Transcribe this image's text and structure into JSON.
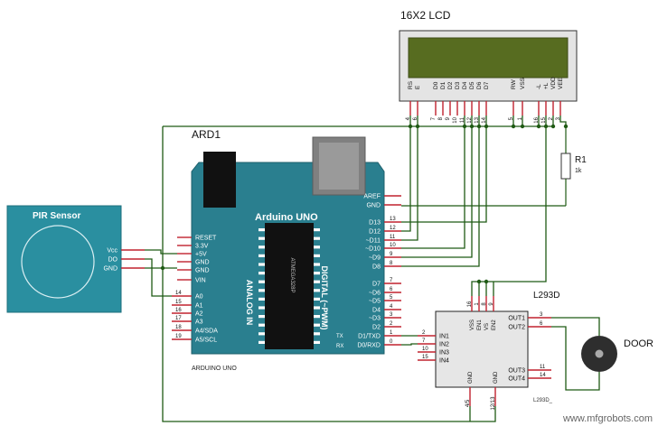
{
  "colors": {
    "wire": "#1f5a14",
    "pin": "#c0222f",
    "board": "#2a7f8f",
    "board_edge": "#1d5f6b",
    "pir": "#2a8fa0",
    "lcd_bezel": "#e4e4e4",
    "lcd_screen": "#576c20",
    "chip": "#e6e6e6",
    "motor": "#2e2e2e"
  },
  "lcd": {
    "title": "16X2 LCD",
    "pin_labels": [
      "RS",
      "E",
      "D0",
      "D1",
      "D2",
      "D3",
      "D4",
      "D5",
      "D6",
      "D7",
      "RW",
      "VSS",
      "-L",
      "+L",
      "VDD",
      "VEE"
    ],
    "pin_numbers": [
      "4",
      "6",
      "7",
      "8",
      "9",
      "10",
      "11",
      "12",
      "13",
      "14",
      "5",
      "1",
      "16",
      "15",
      "2",
      "3"
    ]
  },
  "arduino": {
    "ref": "ARD1",
    "title": "Arduino UNO",
    "footer": "ARDUINO UNO",
    "analog_label": "ANALOG IN",
    "digital_label": "DIGITAL (~PWM)",
    "chip_label": "ATMEGA328P",
    "left_pins": [
      "RESET",
      "3.3V",
      "+5V",
      "GND",
      "GND",
      "VIN"
    ],
    "analog_pins": [
      "A0",
      "A1",
      "A2",
      "A3",
      "A4/SDA",
      "A5/SCL"
    ],
    "analog_numbers": [
      "14",
      "15",
      "16",
      "17",
      "18",
      "19"
    ],
    "right_top_pins": [
      "AREF",
      "GND"
    ],
    "right_pins_upper": [
      "D13",
      "D12",
      "~D11",
      "~D10",
      "~D9",
      "D8"
    ],
    "right_numbers_upper": [
      "13",
      "12",
      "11",
      "10",
      "9",
      "8"
    ],
    "right_pins_lower": [
      "D7",
      "~D6",
      "~D5",
      "D4",
      "~D3",
      "D2",
      "D1/TXD",
      "D0/RXD"
    ],
    "right_numbers_lower": [
      "7",
      "6",
      "5",
      "4",
      "3",
      "2",
      "1",
      "0"
    ],
    "tx_label": "TX",
    "rx_label": "RX"
  },
  "pir": {
    "title": "PIR Sensor",
    "pins": [
      "Vcc",
      "DO",
      "GND"
    ]
  },
  "resistor": {
    "ref": "R1",
    "value": "1k"
  },
  "driver": {
    "ref": "L293D",
    "ref_bottom": "L293D_",
    "top_pins": [
      "VSS",
      "EN1",
      "VS",
      "EN2"
    ],
    "top_numbers": [
      "16",
      "1",
      "8",
      "9"
    ],
    "left_pins": [
      "IN1",
      "IN2",
      "IN3",
      "IN4"
    ],
    "left_numbers": [
      "2",
      "7",
      "10",
      "15"
    ],
    "right_pins": [
      "OUT1",
      "OUT2",
      "OUT3",
      "OUT4"
    ],
    "right_numbers": [
      "3",
      "6",
      "11",
      "14"
    ],
    "bottom_pins": [
      "GND",
      "GND"
    ],
    "bottom_numbers": [
      "4/5",
      "12/13"
    ]
  },
  "motor": {
    "label": "DOOR"
  },
  "watermark": "www.mfgrobots.com"
}
